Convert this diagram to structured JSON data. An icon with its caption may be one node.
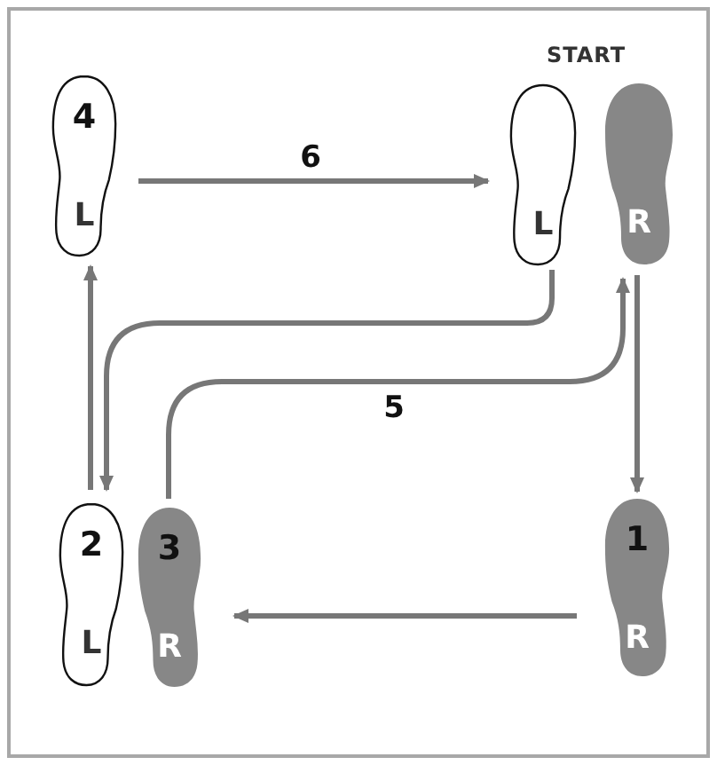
{
  "diagram": {
    "nodes": [
      {
        "text": [
          "4",
          "L"
        ]
      },
      {
        "text": [
          "L"
        ]
      },
      {
        "text": [
          "R"
        ]
      },
      {
        "text": [
          "2",
          "L"
        ]
      },
      {
        "text": [
          "3",
          "R"
        ]
      },
      {
        "text": [
          "1",
          "R"
        ]
      }
    ],
    "edges": [
      {
        "from": 0,
        "to": 1,
        "arrow": "to",
        "label": "6"
      },
      {
        "from": 1,
        "to": 3,
        "arrow": "to"
      },
      {
        "from": 4,
        "to": 2,
        "arrow": "to",
        "label": "5"
      },
      {
        "from": 2,
        "to": 5,
        "arrow": "to"
      },
      {
        "from": 5,
        "to": 4,
        "arrow": "to"
      },
      {
        "from": 3,
        "to": 0,
        "arrow": "to"
      }
    ],
    "labels": [
      "START"
    ]
  }
}
